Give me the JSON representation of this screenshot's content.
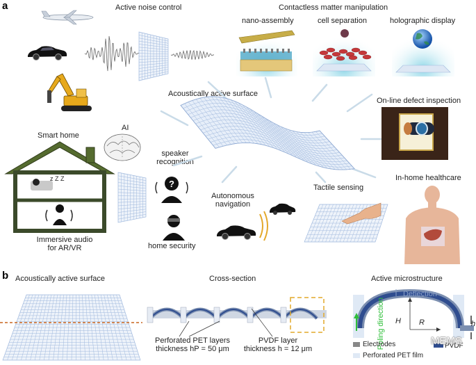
{
  "panel_a": {
    "letter": "a",
    "labels": {
      "active_noise_control": "Active noise control",
      "contactless": "Contactless matter manipulation",
      "nano_assembly": "nano-assembly",
      "cell_separation": "cell separation",
      "holographic_display": "holographic display",
      "acoustically_active_surface": "Acoustically active surface",
      "online_defect": "On-line defect inspection",
      "smart_home": "Smart home",
      "ai": "AI",
      "speaker_recognition_1": "speaker",
      "speaker_recognition_2": "recognition",
      "immersive_audio_1": "Immersive audio",
      "immersive_audio_2": "for AR/VR",
      "home_security": "home security",
      "autonomous_1": "Autonomous",
      "autonomous_2": "navigation",
      "tactile_sensing": "Tactile sensing",
      "in_home_healthcare": "In-home healthcare"
    }
  },
  "panel_b": {
    "letter": "b",
    "labels": {
      "surface_title": "Acoustically active surface",
      "cross_section_title": "Cross-section",
      "microstructure_title": "Active microstructure",
      "pet_layers_1": "Perforated PET layers",
      "pet_layers_2": "thickness hP = 50 μm",
      "pvdf_1": "PVDF layer",
      "pvdf_2": "thickness h = 12 μm",
      "deflection": "Deflection",
      "poling_direction": "Poling direction",
      "H": "H",
      "R": "R",
      "h": "h",
      "electrodes": "Electrodes",
      "pvdf_legend": "PVDF",
      "pet_film": "Perforated PET film"
    }
  },
  "watermark": "MEMS",
  "colors": {
    "mesh": "#9fb8dd",
    "mesh_dark": "#6f8fc2",
    "orange_dash": "#c8651e",
    "gold_dash": "#e2a92a",
    "pvdf_blue": "#2f4d8f",
    "green": "#2fbf3a",
    "house_frame": "#3b4a2a",
    "glow": "#a9dce9"
  }
}
